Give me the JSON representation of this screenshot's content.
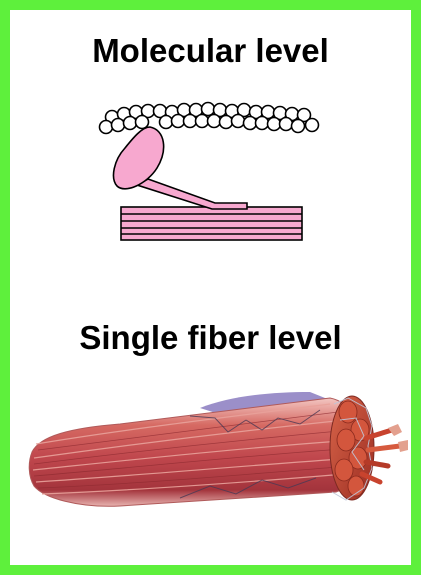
{
  "frame": {
    "border_color": "#5ef03c",
    "background": "#ffffff"
  },
  "molecular": {
    "label": "Molecular level",
    "illustration": "myosin-head-binding-actin-filament",
    "myosin_color": "#f7a8cf"
  },
  "single_fiber": {
    "label": "Single fiber level",
    "illustration": "muscle-fiber-bundle-cross-section",
    "fiber_color": "#c0474d"
  }
}
